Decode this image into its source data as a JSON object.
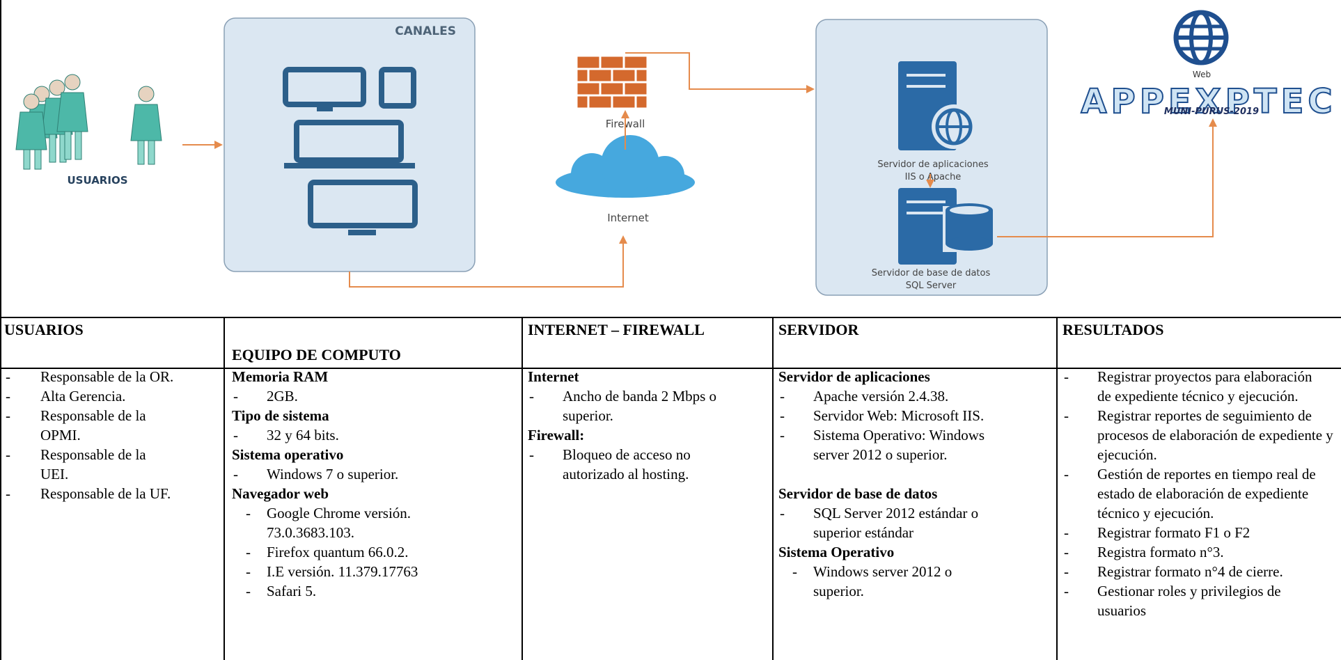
{
  "diagram": {
    "usuarios_label": "USUARIOS",
    "canales_label": "CANALES",
    "firewall_label": "Firewall",
    "internet_label": "Internet",
    "app_server_label_1": "Servidor de aplicaciones",
    "app_server_label_2": "IIS o Apache",
    "db_server_label_1": "Servidor de base de datos",
    "db_server_label_2": "SQL Server",
    "web_label": "Web",
    "logo_text": "APPEXPTEC",
    "logo_sub": "MUNI-PURUS-2019",
    "colors": {
      "arrow": "#e58b4c",
      "panel_fill": "#dbe7f2",
      "device": "#2c5f8a",
      "brick": "#d4692d",
      "cloud": "#46a8de",
      "server": "#2b6aa6",
      "globe": "#1f4f8f",
      "person": "#4db8a8"
    }
  },
  "table": {
    "headers": {
      "usuarios": "USUARIOS",
      "equipo": "EQUIPO DE COMPUTO",
      "internet": "INTERNET – FIREWALL",
      "servidor": "SERVIDOR",
      "resultados": "RESULTADOS"
    },
    "dash": "-",
    "usuarios": [
      "Responsable de la OR.",
      "Alta Gerencia.",
      "Responsable de la OPMI.",
      "Responsable de la UEI.",
      "Responsable de la UF."
    ],
    "equipo": {
      "ram_title": "Memoria RAM",
      "ram": "2GB.",
      "tipo_title": "Tipo de sistema",
      "tipo": "32 y 64 bits.",
      "so_title": "Sistema operativo",
      "so": "Windows 7 o superior.",
      "nav_title": "Navegador web",
      "nav": [
        "Google Chrome versión. 73.0.3683.103.",
        "Firefox quantum 66.0.2.",
        "I.E versión. 11.379.17763",
        "Safari 5."
      ]
    },
    "internet": {
      "internet_title": "Internet",
      "internet": "Ancho de banda 2 Mbps o superior.",
      "firewall_title": "Firewall:",
      "firewall": "Bloqueo de acceso no autorizado al hosting."
    },
    "servidor": {
      "apps_title": "Servidor de aplicaciones",
      "apps": [
        "Apache versión 2.4.38.",
        "Servidor Web: Microsoft IIS.",
        "Sistema Operativo: Windows server 2012 o superior."
      ],
      "db_title": "Servidor de base de datos",
      "db": "SQL Server 2012 estándar o superior estándar",
      "so_title": "Sistema Operativo",
      "so": "Windows server 2012 o superior."
    },
    "resultados": [
      "Registrar proyectos para elaboración de expediente técnico y ejecución.",
      "Registrar reportes de seguimiento de procesos de elaboración de expediente y ejecución.",
      "Gestión de reportes en tiempo real de estado de elaboración de expediente técnico y ejecución.",
      "Registrar formato F1 o F2",
      "Registra formato n°3.",
      "Registrar formato n°4 de cierre.",
      "Gestionar roles y privilegios de usuarios"
    ]
  }
}
